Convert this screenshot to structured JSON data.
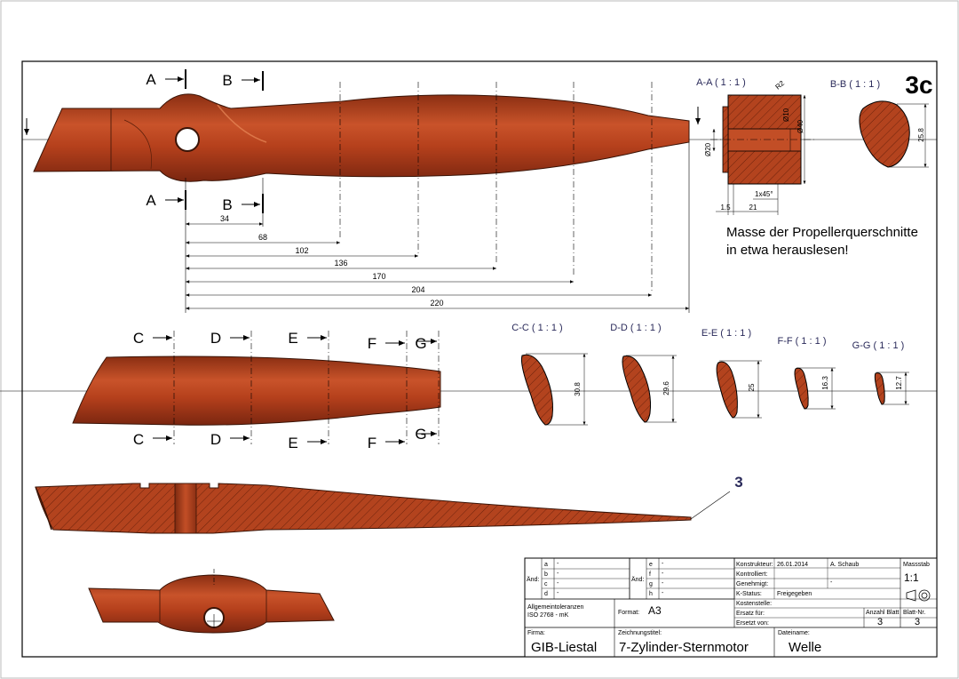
{
  "sheet_label": "3c",
  "note_lines": [
    "Masse der Propellerquerschnitte",
    "in etwa herauslesen!"
  ],
  "section_letters": {
    "A": "A",
    "B": "B",
    "C": "C",
    "D": "D",
    "E": "E",
    "F": "F",
    "G": "G"
  },
  "section_titles": {
    "AA": "A-A ( 1 : 1 )",
    "BB": "B-B ( 1 : 1 )",
    "CC": "C-C ( 1 : 1 )",
    "DD": "D-D ( 1 : 1 )",
    "EE": "E-E ( 1 : 1 )",
    "FF": "F-F ( 1 : 1 )",
    "GG": "G-G ( 1 : 1 )"
  },
  "top_dimensions": [
    "34",
    "68",
    "102",
    "136",
    "170",
    "204",
    "220"
  ],
  "hub_dimensions": {
    "r": "R2",
    "d10": "Ø10",
    "d40": "Ø40",
    "d20": "Ø20",
    "chamfer": "1x45°",
    "w15": "1.5",
    "w21": "21"
  },
  "bb_dim": "25.8",
  "section_dims": {
    "cc": "30.8",
    "dd": "29.6",
    "ee": "25",
    "ff": "16.3",
    "gg": "12.7"
  },
  "side_callout": "3",
  "title_block": {
    "rev_letters": [
      "a",
      "b",
      "c",
      "d",
      "e",
      "f",
      "g",
      "h"
    ],
    "rev_dash": "-",
    "aend": "Änd:",
    "konstrukteur_label": "Konstrukteur:",
    "konstrukteur_date": "26.01.2014",
    "konstrukteur_name": "A. Schaub",
    "kontrolliert_label": "Kontrolliert:",
    "genehmigt_label": "Genehmigt:",
    "kstatus_label": "K-Status:",
    "kstatus_value": "Freigegeben",
    "kostenstelle_label": "Kostenstelle:",
    "ersatz_fuer_label": "Ersatz für:",
    "ersetzt_von_label": "Ersetzt von:",
    "massstab_label": "Massstab",
    "massstab_value": "1:1",
    "tol_line1": "Allgemeintoleranzen",
    "tol_line2": "ISO 2768 - mK",
    "format_label": "Format:",
    "format_value": "A3",
    "anzahl_label": "Anzahl Blatt",
    "anzahl_value": "3",
    "blattnr_label": "Blatt-Nr.",
    "blattnr_value": "3",
    "firma_label": "Firma:",
    "firma_value": "GIB-Liestal",
    "zeichnungstitel_label": "Zeichnungstitel:",
    "zeichnungstitel_value": "7-Zylinder-Sternmotor",
    "dateiname_label": "Dateiname:",
    "dateiname_value": "Welle"
  },
  "colors": {
    "wood": "#b5401c",
    "wood_dark": "#7a2a10",
    "wood_light": "#d8643c",
    "line": "#000000",
    "title": "#2a2a5a"
  }
}
